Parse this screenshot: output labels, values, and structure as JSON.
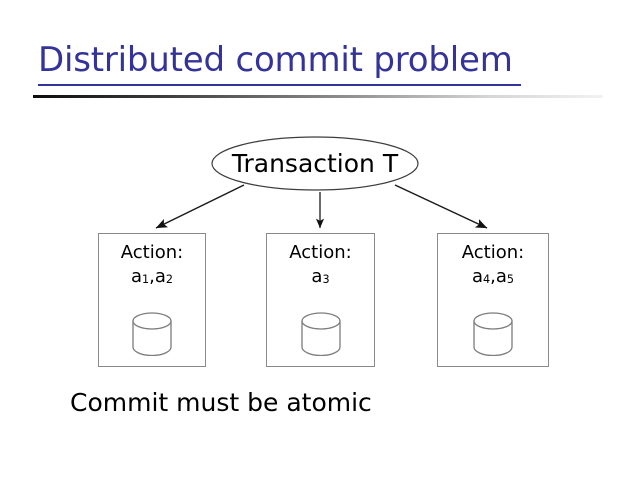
{
  "slide": {
    "title": "Distributed commit problem",
    "caption": "Commit must be atomic",
    "title_color": "#333399",
    "body_color": "#000000",
    "background_color": "#ffffff",
    "outline_color": "#8a8a8a"
  },
  "diagram": {
    "root": {
      "shape": "ellipse",
      "label": "Transaction T"
    },
    "connector_count": 3,
    "nodes": [
      {
        "action_label": "Action:",
        "actions_text": "a1,a2",
        "action_base": "a",
        "actions": [
          {
            "base": "a",
            "sub": "1"
          },
          {
            "base": "a",
            "sub": "2"
          }
        ],
        "separator": ",",
        "icon": "database-cylinder-icon"
      },
      {
        "action_label": "Action:",
        "actions_text": "a3",
        "action_base": "a",
        "actions": [
          {
            "base": "a",
            "sub": "3"
          }
        ],
        "separator": "",
        "icon": "database-cylinder-icon"
      },
      {
        "action_label": "Action:",
        "actions_text": "a4,a5",
        "action_base": "a",
        "actions": [
          {
            "base": "a",
            "sub": "4"
          },
          {
            "base": "a",
            "sub": "5"
          }
        ],
        "separator": ",",
        "icon": "database-cylinder-icon"
      }
    ]
  }
}
